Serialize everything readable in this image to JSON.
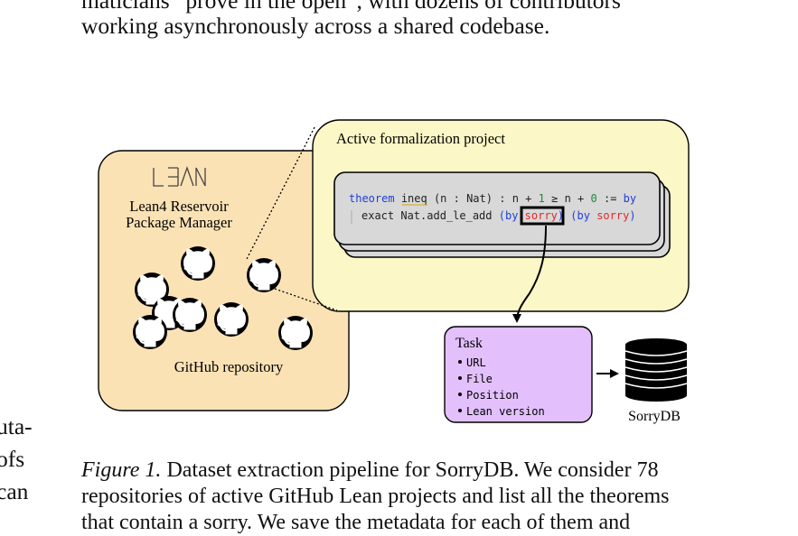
{
  "top_text": {
    "line1": "maticians “prove in the open”, with dozens of contributors",
    "line2": "working asynchronously across a shared codebase."
  },
  "left_margin_text": [
    "uta-",
    "ofs",
    "can"
  ],
  "figure": {
    "left_panel": {
      "logo": "LEAN",
      "title_line1": "Lean4 Reservoir",
      "title_line2": "Package Manager",
      "repo_label": "GitHub repository",
      "icon": "github-octocat-icon"
    },
    "project_panel": {
      "title": "Active formalization project",
      "code": {
        "keyword_theorem": "theorem",
        "name": "ineq",
        "binder": "(n : Nat)",
        "colon": ":",
        "lhs_n": "n",
        "plus1": "+",
        "one": "1",
        "ge": "≥",
        "rhs_n": "n",
        "plus2": "+",
        "zero": "0",
        "assign": ":=",
        "kw_by": "by",
        "exact": "exact",
        "lemma": "Nat.add_le_add",
        "open1": "(by",
        "sorry1": "sorry",
        "close1": ")",
        "open2": "(by",
        "sorry2": "sorry",
        "close2": ")"
      }
    },
    "task_panel": {
      "title": "Task",
      "fields": [
        "URL",
        "File",
        "Position",
        "Lean version"
      ]
    },
    "db_label": "SorryDB",
    "colors": {
      "orange_panel": "#fbe2b5",
      "yellow_panel": "#fbf7c6",
      "task_panel": "#e3c0fb",
      "code_box": "#d8d8d8",
      "keyword": "#1f3fd6",
      "sorry": "#e0272a",
      "number": "#1a8a3a",
      "name_underline": "#d3a800"
    }
  },
  "caption": {
    "label": "Figure 1.",
    "line1_rest": " Dataset extraction pipeline for SorryDB. We consider 78",
    "line2": "repositories of active GitHub Lean projects and list all the theorems",
    "line3": "that contain a sorry. We save the metadata for each of them and"
  }
}
